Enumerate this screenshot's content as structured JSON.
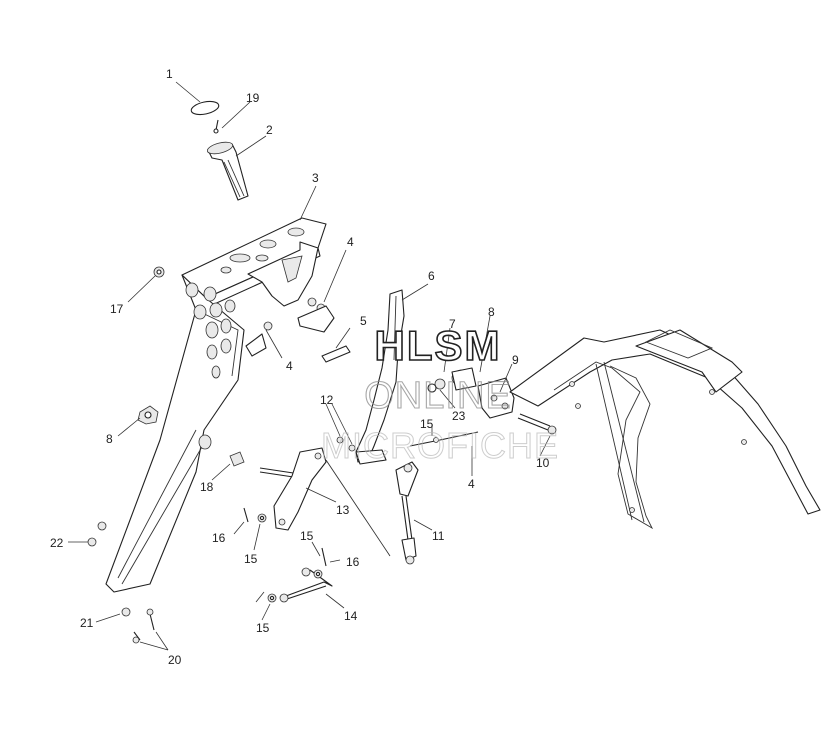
{
  "watermark": {
    "line1": "HLSM",
    "line2": "ONLINE",
    "line3": "MICROFICHE"
  },
  "callouts": [
    {
      "id": "c1",
      "label": "1"
    },
    {
      "id": "c19",
      "label": "19"
    },
    {
      "id": "c2",
      "label": "2"
    },
    {
      "id": "c3",
      "label": "3"
    },
    {
      "id": "c4a",
      "label": "4"
    },
    {
      "id": "c17",
      "label": "17"
    },
    {
      "id": "c4b",
      "label": "4"
    },
    {
      "id": "c5",
      "label": "5"
    },
    {
      "id": "c6",
      "label": "6"
    },
    {
      "id": "c7",
      "label": "7"
    },
    {
      "id": "c8a",
      "label": "8"
    },
    {
      "id": "c9",
      "label": "9"
    },
    {
      "id": "c23",
      "label": "23"
    },
    {
      "id": "c12",
      "label": "12"
    },
    {
      "id": "c15a",
      "label": "15"
    },
    {
      "id": "c10",
      "label": "10"
    },
    {
      "id": "c8b",
      "label": "8"
    },
    {
      "id": "c18",
      "label": "18"
    },
    {
      "id": "c4c",
      "label": "4"
    },
    {
      "id": "c13",
      "label": "13"
    },
    {
      "id": "c11",
      "label": "11"
    },
    {
      "id": "c22",
      "label": "22"
    },
    {
      "id": "c16a",
      "label": "16"
    },
    {
      "id": "c15b",
      "label": "15"
    },
    {
      "id": "c15c",
      "label": "15"
    },
    {
      "id": "c16b",
      "label": "16"
    },
    {
      "id": "c14",
      "label": "14"
    },
    {
      "id": "c15d",
      "label": "15"
    },
    {
      "id": "c21",
      "label": "21"
    },
    {
      "id": "c20",
      "label": "20"
    }
  ]
}
